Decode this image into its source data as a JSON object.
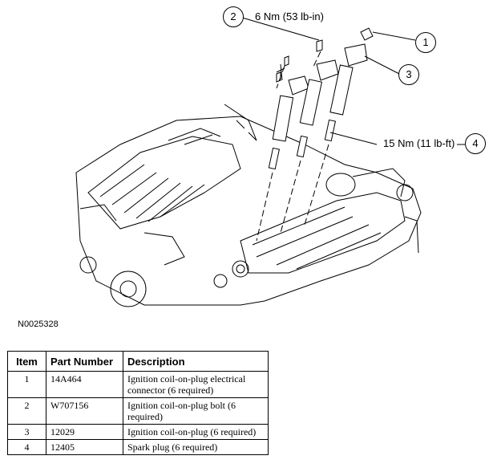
{
  "callouts": [
    {
      "num": "1",
      "label": ""
    },
    {
      "num": "2",
      "label": "6 Nm (53 lb-in)"
    },
    {
      "num": "3",
      "label": ""
    },
    {
      "num": "4",
      "label": "15 Nm (11 lb-ft)"
    }
  ],
  "figure_id": "N0025328",
  "table": {
    "headers": [
      "Item",
      "Part Number",
      "Description"
    ],
    "rows": [
      {
        "item": "1",
        "part": "14A464",
        "desc": "Ignition coil-on-plug electrical connector (6 required)"
      },
      {
        "item": "2",
        "part": "W707156",
        "desc": "Ignition coil-on-plug bolt (6 required)"
      },
      {
        "item": "3",
        "part": "12029",
        "desc": "Ignition coil-on-plug (6 required)"
      },
      {
        "item": "4",
        "part": "12405",
        "desc": "Spark plug (6 required)"
      }
    ]
  }
}
